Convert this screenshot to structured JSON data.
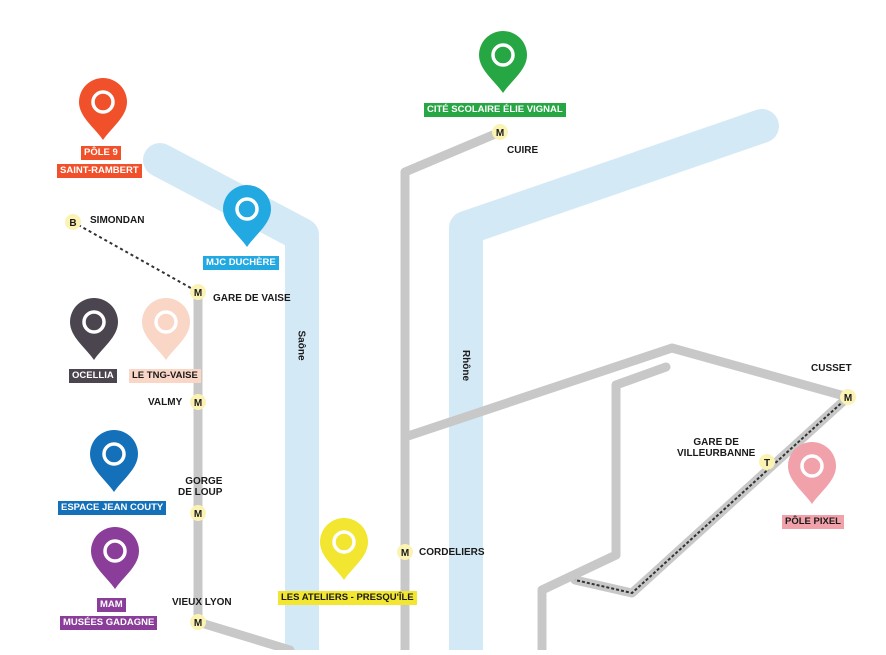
{
  "colors": {
    "river": "#d4e9f6",
    "line": "#c8c8c8",
    "station": "#fbf3b4",
    "orange": "#f0512b",
    "green": "#27a744",
    "cyan": "#23a9e1",
    "darkgray": "#4b4550",
    "peach": "#f9d6c6",
    "blue": "#1470b8",
    "purple": "#8a3d99",
    "yellow": "#f2e630",
    "pink": "#f1a1aa"
  },
  "rivers": {
    "saone": "Saône",
    "rhone": "Rhône"
  },
  "stations": [
    {
      "symbol": "M",
      "name": "CUIRE"
    },
    {
      "symbol": "B",
      "name": "SIMONDAN"
    },
    {
      "symbol": "M",
      "name": "GARE DE VAISE"
    },
    {
      "symbol": "M",
      "name": "VALMY"
    },
    {
      "symbol": "M",
      "name": "GORGE\nDE LOUP"
    },
    {
      "symbol": "M",
      "name": "VIEUX LYON"
    },
    {
      "symbol": "M",
      "name": "CORDELIERS"
    },
    {
      "symbol": "M",
      "name": "CUSSET"
    },
    {
      "symbol": "T",
      "name": "GARE DE\nVILLEURBANNE"
    }
  ],
  "places": [
    {
      "lines": [
        "PÔLE 9",
        "SAINT-RAMBERT"
      ],
      "color": "#f0512b",
      "icon": "map-pin-icon"
    },
    {
      "lines": [
        "CITÉ SCOLAIRE ÉLIE VIGNAL"
      ],
      "color": "#27a744",
      "icon": "map-pin-icon"
    },
    {
      "lines": [
        "MJC DUCHÈRE"
      ],
      "color": "#23a9e1",
      "icon": "map-pin-icon"
    },
    {
      "lines": [
        "OCELLIA"
      ],
      "color": "#4b4550",
      "icon": "map-pin-icon"
    },
    {
      "lines": [
        "LE TNG-VAISE"
      ],
      "color": "#f9d6c6",
      "icon": "map-pin-icon"
    },
    {
      "lines": [
        "ESPACE JEAN COUTY"
      ],
      "color": "#1470b8",
      "icon": "map-pin-icon"
    },
    {
      "lines": [
        "MAM",
        "MUSÉES GADAGNE"
      ],
      "color": "#8a3d99",
      "icon": "map-pin-icon"
    },
    {
      "lines": [
        "LES ATELIERS - PRESQU'ÎLE"
      ],
      "color": "#f2e630",
      "icon": "map-pin-icon"
    },
    {
      "lines": [
        "PÔLE PIXEL"
      ],
      "color": "#f1a1aa",
      "icon": "map-pin-icon"
    }
  ]
}
